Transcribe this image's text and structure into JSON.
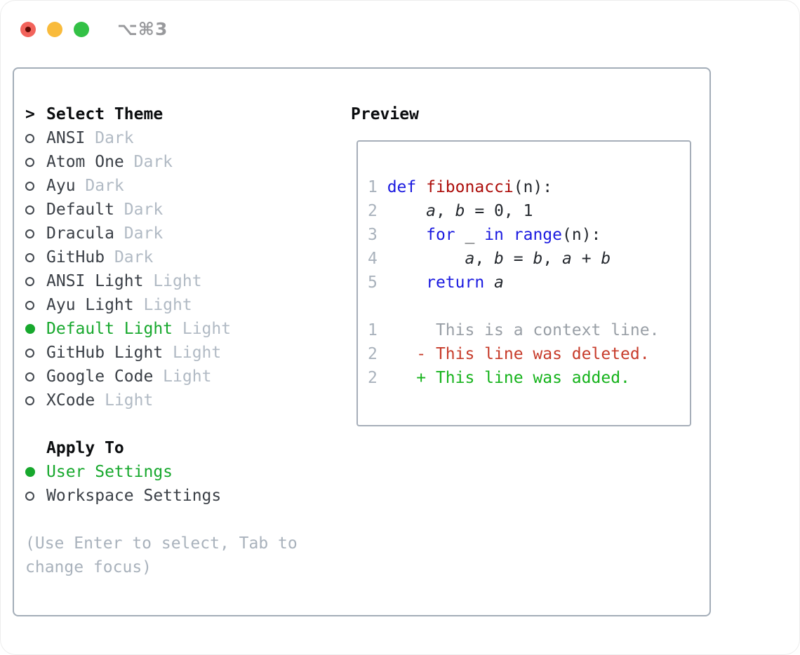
{
  "colors": {
    "green": "#17a82d",
    "ink": "#24282e",
    "kw": "#1b1ae0",
    "fn": "#ad0e0b",
    "del": "#c73b2a",
    "add": "#16b31c",
    "tl-red": "#f2635b",
    "tl-yellow": "#f9bb3c",
    "tl-green": "#33c146"
  },
  "titlebar": {
    "shortcut_label": "⌥⌘3",
    "controls": [
      "close-icon",
      "minimize-icon",
      "zoom-icon"
    ]
  },
  "theme_section": {
    "caret": ">",
    "title": "Select Theme",
    "items": [
      {
        "name": "ANSI",
        "variant": "Dark",
        "selected": false
      },
      {
        "name": "Atom One",
        "variant": "Dark",
        "selected": false
      },
      {
        "name": "Ayu",
        "variant": "Dark",
        "selected": false
      },
      {
        "name": "Default",
        "variant": "Dark",
        "selected": false
      },
      {
        "name": "Dracula",
        "variant": "Dark",
        "selected": false
      },
      {
        "name": "GitHub",
        "variant": "Dark",
        "selected": false
      },
      {
        "name": "ANSI Light",
        "variant": "Light",
        "selected": false
      },
      {
        "name": "Ayu Light",
        "variant": "Light",
        "selected": false
      },
      {
        "name": "Default Light",
        "variant": "Light",
        "selected": true
      },
      {
        "name": "GitHub Light",
        "variant": "Light",
        "selected": false
      },
      {
        "name": "Google Code",
        "variant": "Light",
        "selected": false
      },
      {
        "name": "XCode",
        "variant": "Light",
        "selected": false
      }
    ]
  },
  "apply_section": {
    "title": "Apply To",
    "options": [
      {
        "label": "User Settings",
        "selected": true
      },
      {
        "label": "Workspace Settings",
        "selected": false
      }
    ]
  },
  "help": {
    "line1": "(Use Enter to select, Tab to",
    "line2": "change focus)"
  },
  "preview": {
    "title": "Preview",
    "code_lines": [
      {
        "num": "1",
        "tokens": [
          {
            "t": "def",
            "c": "kw"
          },
          {
            "t": " "
          },
          {
            "t": "fibonacci",
            "c": "fn"
          },
          {
            "t": "(n):"
          }
        ]
      },
      {
        "num": "2",
        "tokens": [
          {
            "t": "    "
          },
          {
            "t": "a",
            "c": "var"
          },
          {
            "t": ", "
          },
          {
            "t": "b",
            "c": "var"
          },
          {
            "t": " = 0, 1"
          }
        ]
      },
      {
        "num": "3",
        "tokens": [
          {
            "t": "    "
          },
          {
            "t": "for",
            "c": "kw"
          },
          {
            "t": " _ "
          },
          {
            "t": "in",
            "c": "kw"
          },
          {
            "t": " "
          },
          {
            "t": "range",
            "c": "kw"
          },
          {
            "t": "(n):"
          }
        ]
      },
      {
        "num": "4",
        "tokens": [
          {
            "t": "        "
          },
          {
            "t": "a",
            "c": "var"
          },
          {
            "t": ", "
          },
          {
            "t": "b",
            "c": "var"
          },
          {
            "t": " = "
          },
          {
            "t": "b",
            "c": "var"
          },
          {
            "t": ", "
          },
          {
            "t": "a",
            "c": "var"
          },
          {
            "t": " + "
          },
          {
            "t": "b",
            "c": "var"
          }
        ]
      },
      {
        "num": "5",
        "tokens": [
          {
            "t": "    "
          },
          {
            "t": "return",
            "c": "kw"
          },
          {
            "t": " "
          },
          {
            "t": "a",
            "c": "var"
          }
        ]
      }
    ],
    "diff_lines": [
      {
        "num": "1",
        "prefix": "      ",
        "text": "This is a context line.",
        "kind": "ctx"
      },
      {
        "num": "2",
        "prefix": "    - ",
        "text": "This line was deleted.",
        "kind": "del"
      },
      {
        "num": "2",
        "prefix": "    + ",
        "text": "This line was added.",
        "kind": "add"
      }
    ]
  }
}
